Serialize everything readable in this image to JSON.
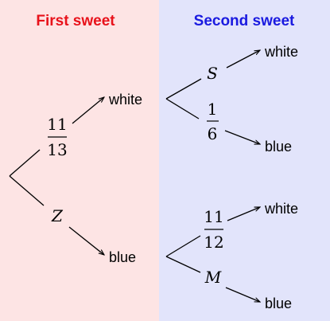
{
  "headers": {
    "first": "First sweet",
    "second": "Second sweet"
  },
  "colors": {
    "first_panel": "#fde4e4",
    "second_panel": "#e2e4fb",
    "first_header": "#e8121b",
    "second_header": "#1a1ae0"
  },
  "first_branches": {
    "upper": {
      "num": "11",
      "den": "13",
      "outcome": "white"
    },
    "lower": {
      "var": "Z",
      "outcome": "blue"
    }
  },
  "second_after_white": {
    "upper": {
      "var": "S",
      "outcome": "white"
    },
    "lower": {
      "num": "1",
      "den": "6",
      "outcome": "blue"
    }
  },
  "second_after_blue": {
    "upper": {
      "num": "11",
      "den": "12",
      "outcome": "white"
    },
    "lower": {
      "var": "M",
      "outcome": "blue"
    }
  }
}
